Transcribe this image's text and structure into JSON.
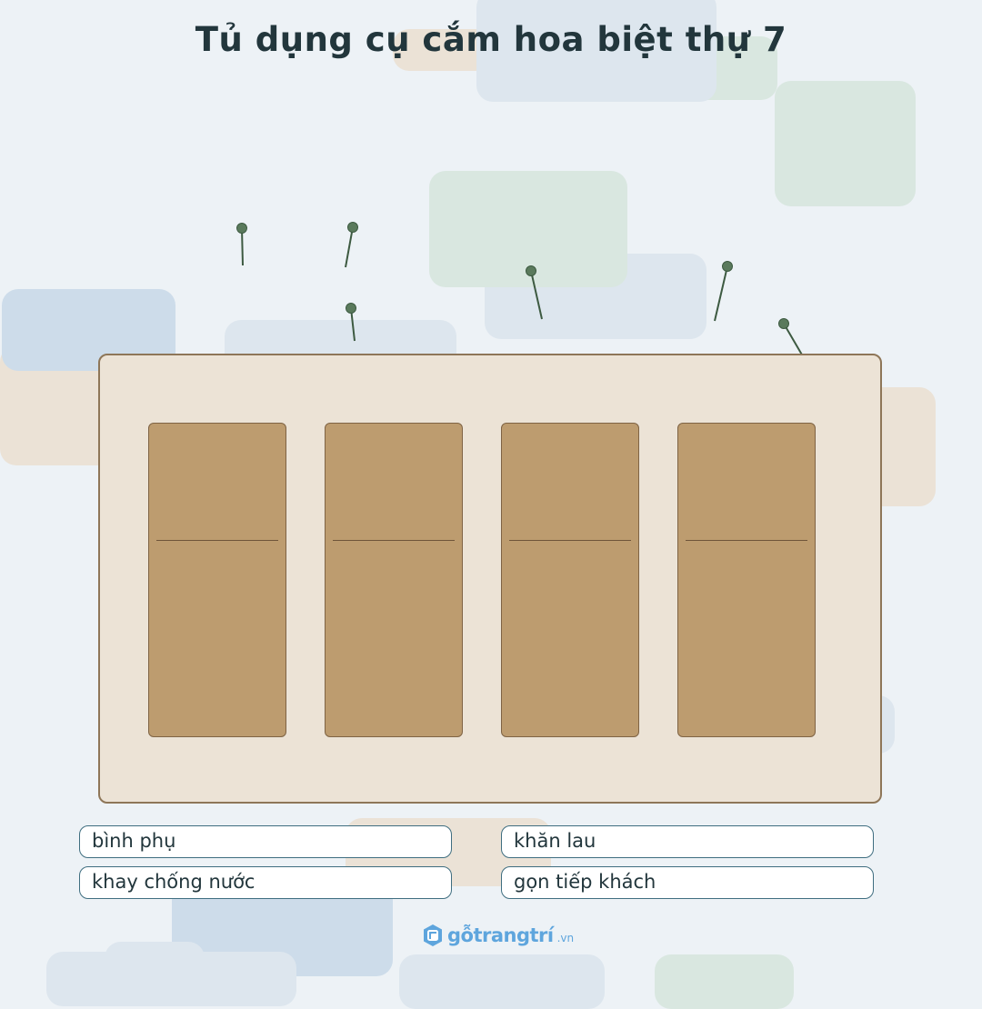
{
  "title": "Tủ dụng cụ cắm hoa biệt thự 7",
  "colors": {
    "background": "#edf2f6",
    "cabinet_fill": "#ece3d6",
    "cabinet_border": "#8e7658",
    "door_fill": "#bd9c6f",
    "stem": "#3d5a41",
    "stem_head": "#5a7a5c",
    "label_border": "#3f6e80",
    "logo": "#5ea5dd"
  },
  "labels": [
    "bình phụ",
    "khăn lau",
    "khay chống nước",
    "gọn tiếp khách"
  ],
  "logo": {
    "icon": "go-trang-tri-logo-icon",
    "text": "gỗtrangtrí",
    "suffix": ".vn"
  }
}
